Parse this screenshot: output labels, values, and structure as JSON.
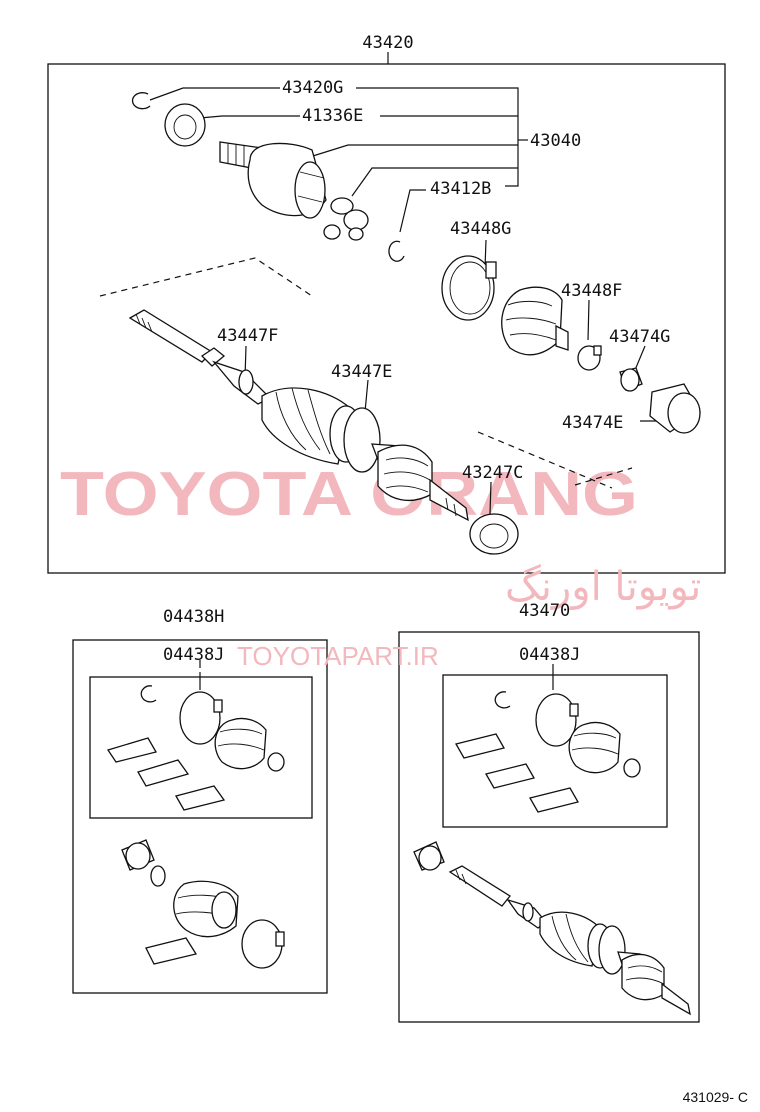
{
  "diagram": {
    "labels": {
      "assembly": "43420",
      "snap_ring": "43420G",
      "dust_seal": "41336E",
      "outboard_joint_kit": "43040",
      "shaft_snap_ring": "43412B",
      "boot_clamp_large": "43448G",
      "boot_clamp_small": "43448F",
      "clamp_ring": "43474G",
      "damper": "43474E",
      "inboard_band": "43447F",
      "outboard_band": "43447E",
      "deflector": "43247C",
      "boot_kit_left": "04438H",
      "boot_kit_left_inner": "04438J",
      "shaft_assembly_right": "43470",
      "boot_kit_right_inner": "04438J"
    },
    "diagram_ref": "431029- C"
  },
  "watermark": {
    "brand": "TOYOTA ORANG",
    "brand_fa": "تویوتا اورنگ",
    "site": "TOYOTAPART.IR",
    "color": "#f2b8bd"
  }
}
